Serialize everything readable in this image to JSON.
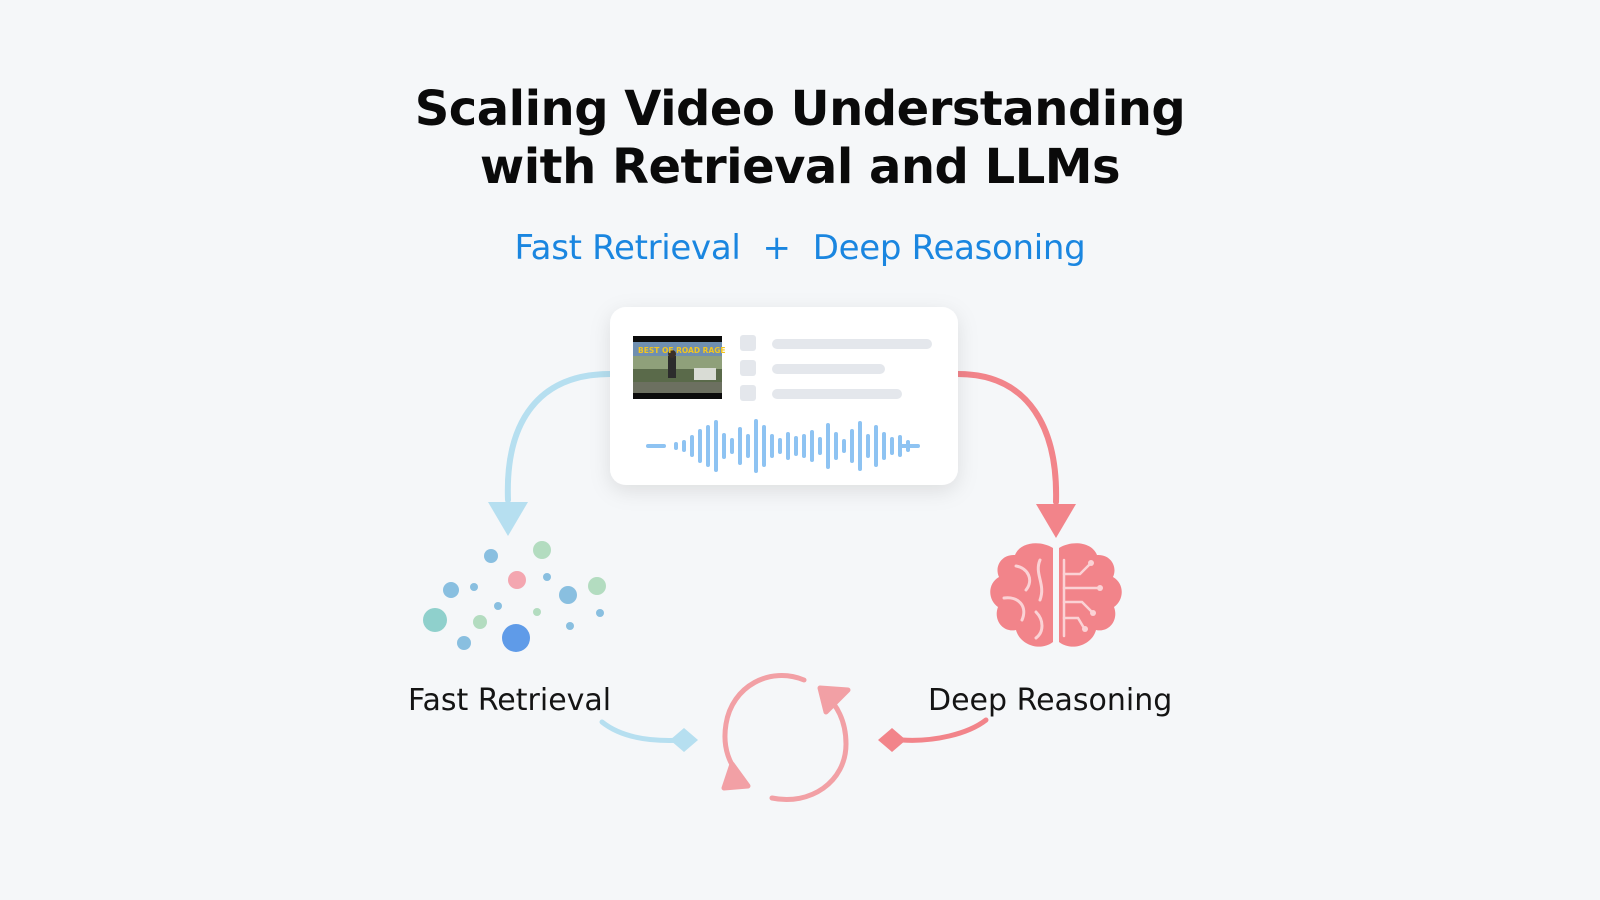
{
  "header": {
    "title_line1": "Scaling Video Understanding",
    "title_line2": "with Retrieval and LLMs",
    "subtitle_left": "Fast Retrieval",
    "subtitle_plus": "+",
    "subtitle_right": "Deep Reasoning"
  },
  "video_card": {
    "thumbnail_caption": "BEST OF ROAD RAGE"
  },
  "nodes": {
    "left_label": "Fast Retrieval",
    "right_label": "Deep Reasoning"
  },
  "colors": {
    "title": "#0a0a0a",
    "accent_blue": "#1a86e0",
    "arrow_blue": "#b6dff0",
    "arrow_pink": "#f2848a",
    "waveform": "#8ec3f2",
    "brain": "#f2848a",
    "cycle": "#f2a0a5"
  },
  "icons": [
    "video-thumbnail-icon",
    "audio-waveform-icon",
    "embedding-dots-icon",
    "brain-circuit-icon",
    "refresh-cycle-icon"
  ]
}
